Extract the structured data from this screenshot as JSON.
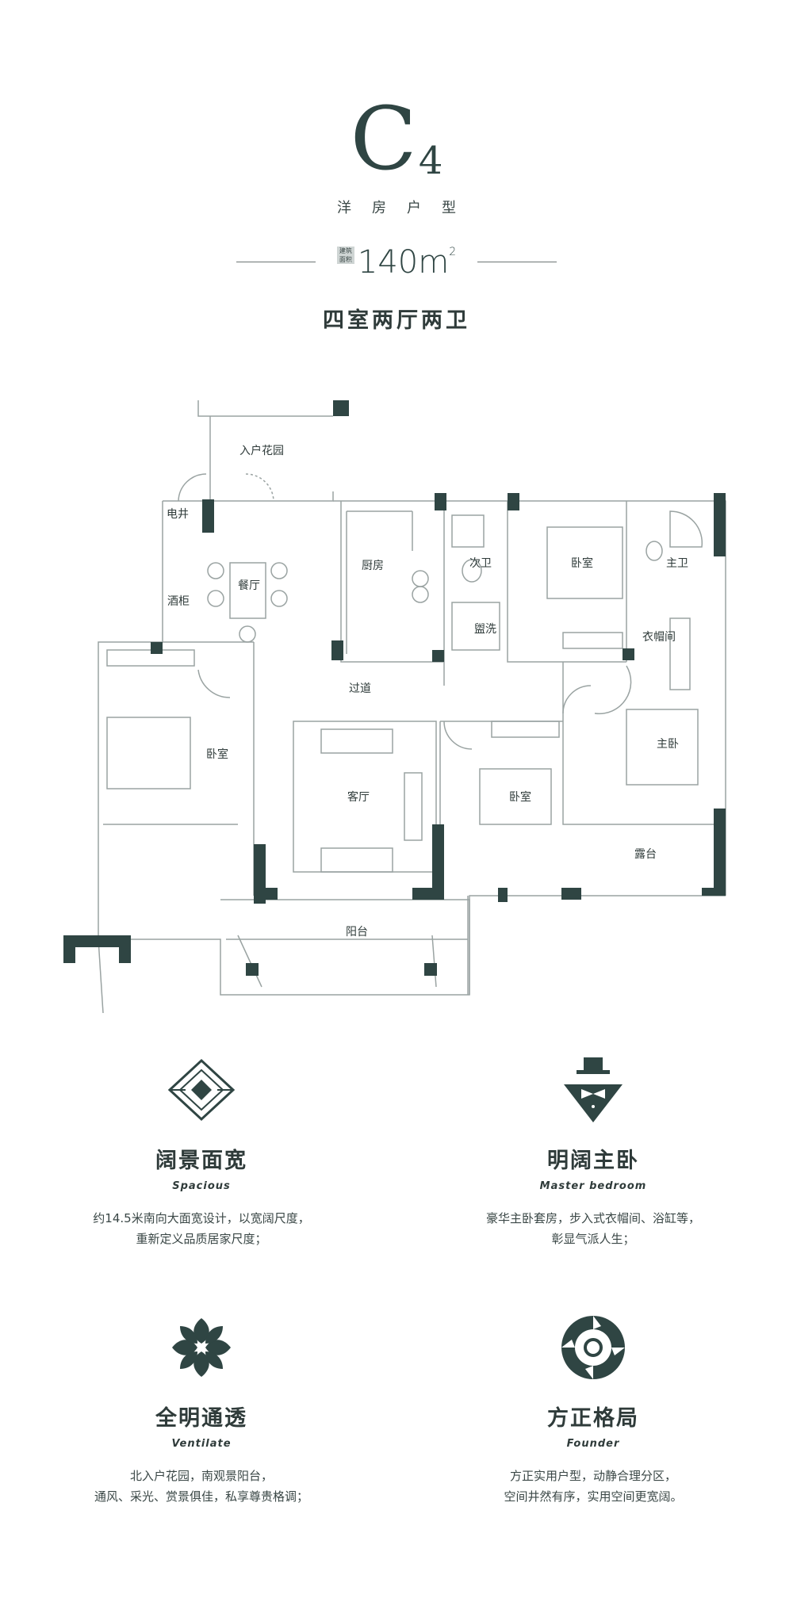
{
  "header": {
    "model_big": "C",
    "model_small": "4",
    "type": "洋房户型",
    "area_tag_line1": "建筑",
    "area_tag_line2": "面积",
    "area_value": "140m",
    "area_unit_sup": "2",
    "layout": "四室两厅两卫"
  },
  "plan_labels": {
    "entry_garden": "入户花园",
    "elec_well": "电井",
    "wine_cabinet": "酒柜",
    "dining": "餐厅",
    "kitchen": "厨房",
    "second_bath": "次卫",
    "washroom": "盥洗",
    "bedroom_top": "卧室",
    "master_bath": "主卫",
    "cloakroom": "衣帽间",
    "corridor": "过道",
    "bedroom_left": "卧室",
    "living": "客厅",
    "bedroom_mid": "卧室",
    "master_bedroom": "主卧",
    "terrace": "露台",
    "balcony": "阳台"
  },
  "features": [
    {
      "icon": "diamond-icon",
      "title": "阔景面宽",
      "en": "Spacious",
      "desc1": "约14.5米南向大面宽设计，以宽阔尺度，",
      "desc2": "重新定义品质居家尺度；"
    },
    {
      "icon": "gentleman-icon",
      "title": "明阔主卧",
      "en": "Master bedroom",
      "desc1": "豪华主卧套房，步入式衣帽间、浴缸等，",
      "desc2": "彰显气派人生；"
    },
    {
      "icon": "flower-icon",
      "title": "全明通透",
      "en": "Ventilate",
      "desc1": "北入户花园，南观景阳台，",
      "desc2": "通风、采光、赏景俱佳，私享尊贵格调；"
    },
    {
      "icon": "swirl-icon",
      "title": "方正格局",
      "en": "Founder",
      "desc1": "方正实用户型，动静合理分区，",
      "desc2": "空间井然有序，实用空间更宽阔。"
    }
  ],
  "colors": {
    "accent": "#2f4543",
    "line": "#9aa3a2"
  }
}
